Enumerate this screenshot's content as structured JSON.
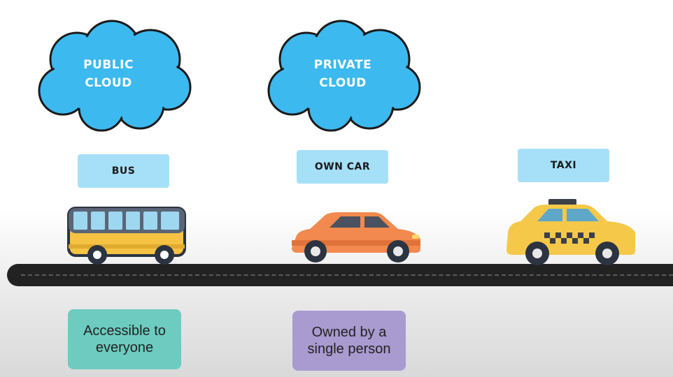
{
  "clouds": {
    "public": {
      "label": "PUBLIC\nCLOUD",
      "color": "#3cb9ee"
    },
    "private": {
      "label": "PRIVATE\nCLOUD",
      "color": "#3cb9ee"
    }
  },
  "tags": {
    "bus": "BUS",
    "own_car": "OWN CAR",
    "taxi": "TAXI"
  },
  "descriptions": {
    "bus": {
      "text": "Accessible to\neveryone",
      "color": "#6dcbc0"
    },
    "own_car": {
      "text": "Owned by a\nsingle person",
      "color": "#a99ad0"
    }
  },
  "colors": {
    "tag_bg": "#a6e0f8",
    "road": "#222222",
    "bus_body": "#f5c243",
    "car_body": "#f2894e",
    "taxi_body": "#f5c84a"
  },
  "icons": [
    "cloud-icon",
    "bus-icon",
    "car-icon",
    "taxi-icon",
    "road"
  ]
}
